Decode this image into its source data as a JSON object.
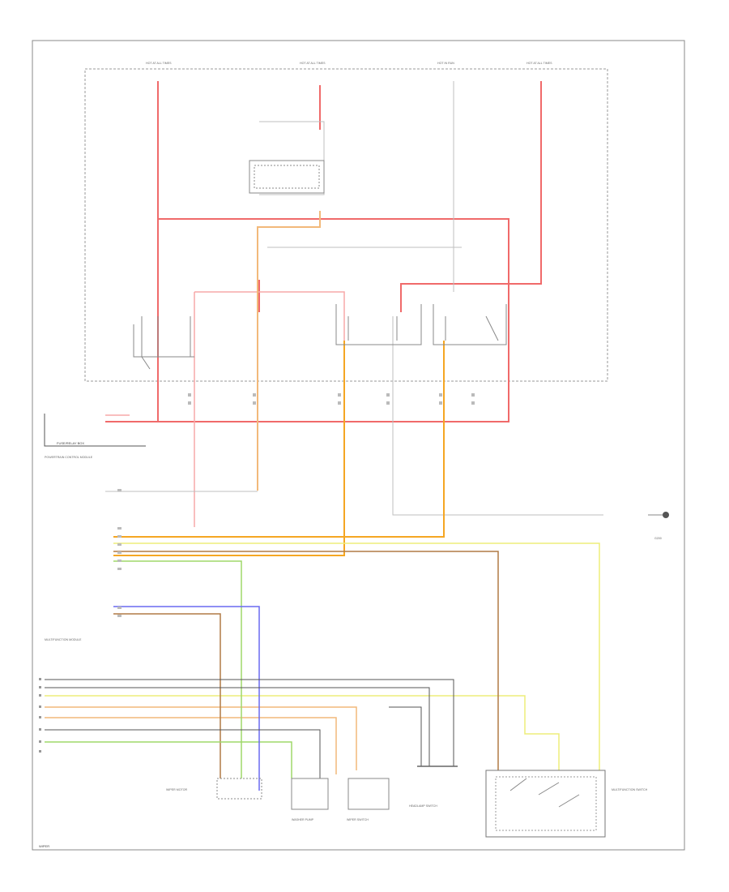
{
  "colors": {
    "red": "#f06a6a",
    "pink": "#f7a8a8",
    "orange": "#f5a623",
    "tan": "#f2b97a",
    "yellow": "#eded7a",
    "brown": "#b07a45",
    "green": "#9fd86a",
    "blue": "#6a6af0",
    "gray": "#bfbfbf",
    "black": "#555555"
  },
  "labels": {
    "fuse_1": "HOT AT ALL TIMES",
    "fuse_2": "HOT AT ALL TIMES",
    "fuse_3": "HOT IN RUN",
    "fuse_4": "HOT AT ALL TIMES",
    "junction_block": "FUSE/RELAY BOX",
    "ecm_block": "POWERTRAIN CONTROL MODULE",
    "module": "MULTIFUNCTION MODULE",
    "comp_1": "WIPER MOTOR",
    "comp_2": "WASHER PUMP",
    "comp_3": "WIPER SWITCH",
    "comp_4": "HEADLAMP SWITCH",
    "comp_5": "MULTIFUNCTION SWITCH",
    "ground": "G200",
    "footer": "WIPER"
  }
}
